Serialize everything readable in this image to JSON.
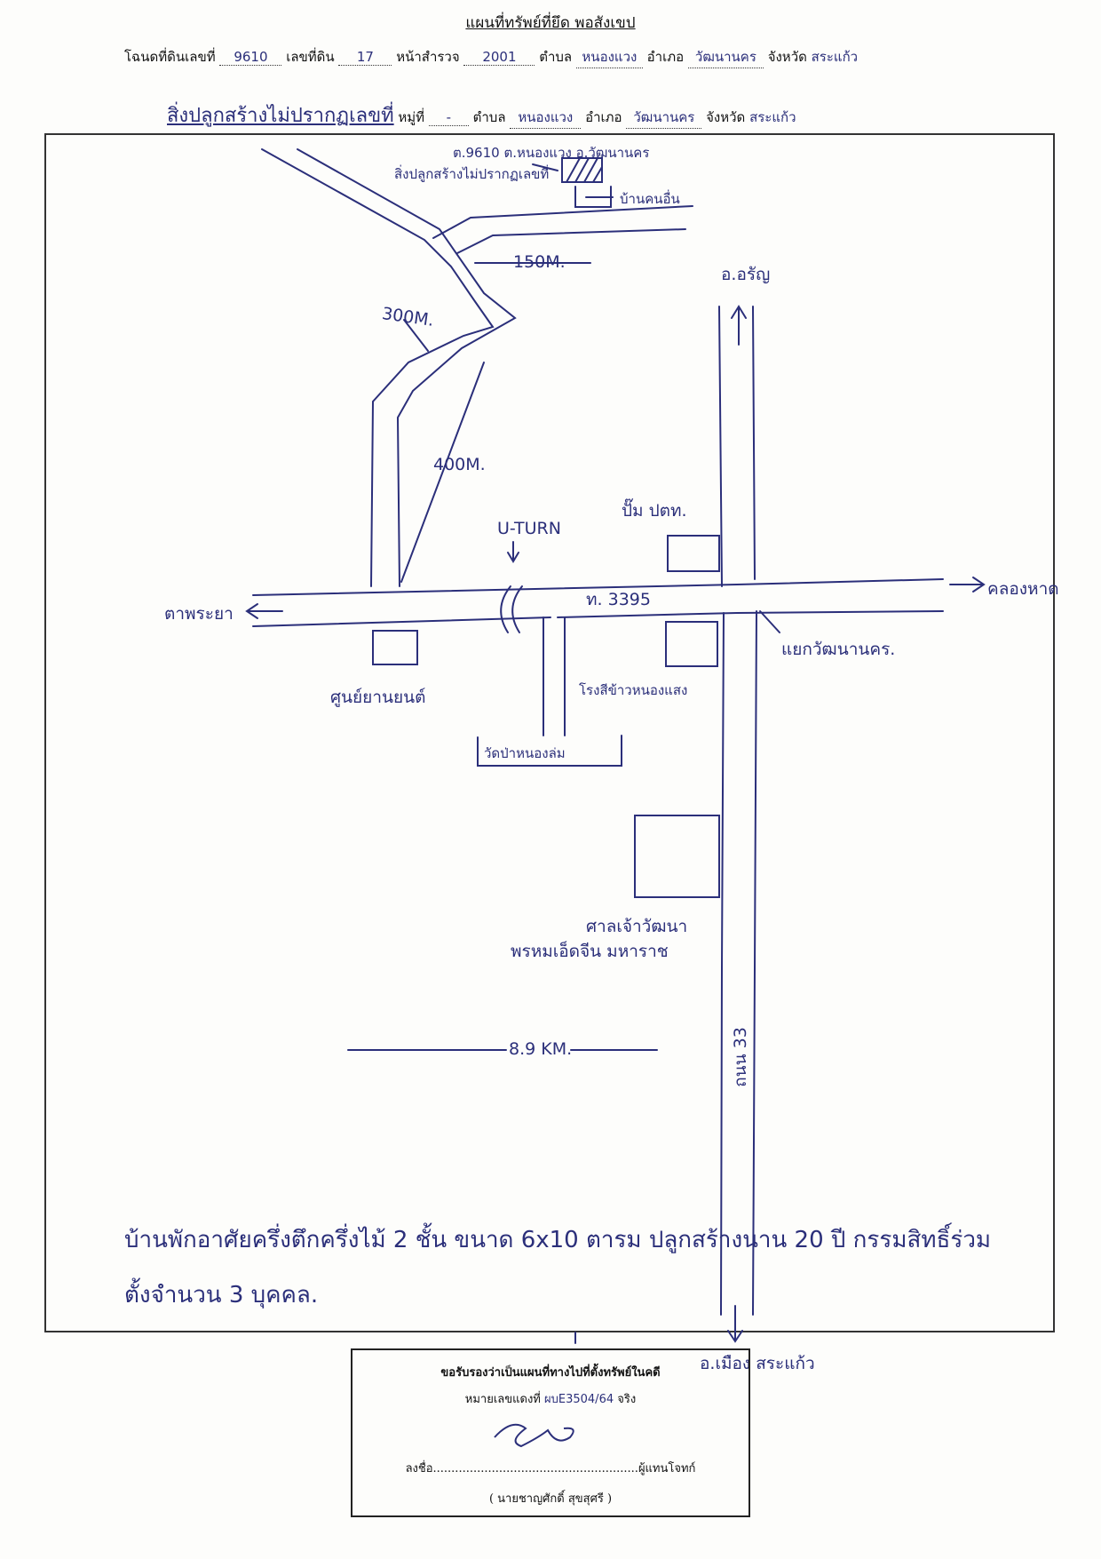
{
  "header": {
    "title": "แผนที่ทรัพย์ที่ยึด พอสังเขป",
    "deed_label": "โฉนดที่ดินเลขที่",
    "deed_no": "9610",
    "land_no_label": "เลขที่ดิน",
    "land_no": "17",
    "survey_label": "หน้าสำรวจ",
    "survey_no": "2001",
    "subdistrict_label": "ตำบล",
    "subdistrict": "หนองแวง",
    "district_label": "อำเภอ",
    "district": "วัฒนานคร",
    "province_label": "จังหวัด",
    "province": "สระแก้ว",
    "building_text": "สิ่งปลูกสร้างไม่ปรากฏเลขที่",
    "moo_label": "หมู่ที่",
    "moo": "-",
    "subdistrict2": "หนองแวง",
    "district2": "วัฒนานคร",
    "province2": "สระแก้ว"
  },
  "map": {
    "plot_note": "ต.9610 ต.หนองแวง อ.วัฒนานคร",
    "building_label": "สิ่งปลูกสร้างไม่ปรากฏเลขที่",
    "neighbor_label": "บ้านคนอื่น",
    "dist_150": "150M.",
    "dist_300": "300M.",
    "dist_400": "400M.",
    "dist_89": "8.9 KM.",
    "north_dest": "อ.อรัญ",
    "east_dest": "คลองหาด",
    "west_dest": "ตาพระยา",
    "south_dest": "อ.เมือง สระแก้ว",
    "uturn": "U-TURN",
    "gas_station": "ปั๊ม ปตท.",
    "road_3395": "ท. 3395",
    "junction": "แยกวัฒนานคร.",
    "car_shop": "ศูนย์ยานยนต์",
    "rice_mill": "โรงสีข้าวหนองแสง",
    "temple": "วัดป่าหนองล่ม",
    "shrine_line1": "ศาลเจ้าวัฒนา",
    "shrine_line2": "พรหมเอ็ดจีน มหาราช",
    "highway_33": "ถนน 33"
  },
  "note": "บ้านพักอาศัยครึ่งตึกครึ่งไม้ 2 ชั้น ขนาด 6x10 ตารม ปลูกสร้างนาน 20 ปี กรรมสิทธิ์ร่วม ตั้งจำนวน 3 บุคคล.",
  "certification": {
    "line1": "ขอรับรองว่าเป็นแผนที่ทางไปที่ตั้งทรัพย์ในคดี",
    "line2_prefix": "หมายเลขแดงที่",
    "case_no": "ผบE3504/64",
    "line2_suffix": "จริง",
    "sign_label": "ลงชื่อ",
    "dots": "........................................................",
    "role": "ผู้แทนโจทก์",
    "name": "( นายชาญศักดิ์ สุขสุศรี )"
  }
}
